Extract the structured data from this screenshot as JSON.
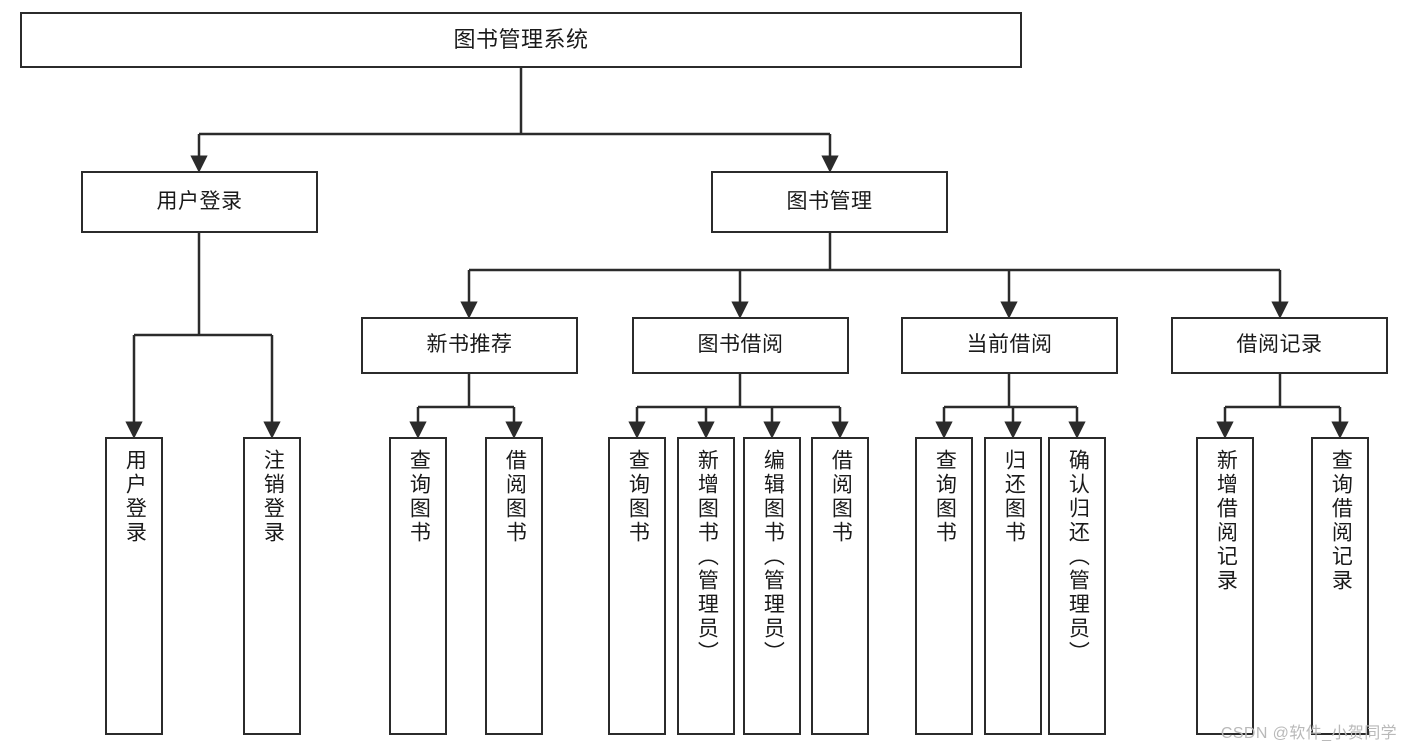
{
  "diagram": {
    "title": "图书管理系统",
    "type": "functional-decomposition-tree",
    "root": {
      "id": "root",
      "label": "图书管理系统"
    },
    "level2": [
      {
        "id": "user-login",
        "label": "用户登录"
      },
      {
        "id": "book-manage",
        "label": "图书管理"
      }
    ],
    "level3": [
      {
        "id": "new-book-rec",
        "label": "新书推荐",
        "parent": "book-manage"
      },
      {
        "id": "book-borrow",
        "label": "图书借阅",
        "parent": "book-manage"
      },
      {
        "id": "current-borrow",
        "label": "当前借阅",
        "parent": "book-manage"
      },
      {
        "id": "borrow-record",
        "label": "借阅记录",
        "parent": "book-manage"
      }
    ],
    "leaves": [
      {
        "id": "leaf-user-login",
        "label": "用户登录",
        "parent": "user-login"
      },
      {
        "id": "leaf-logout-login",
        "label": "注销登录",
        "parent": "user-login"
      },
      {
        "id": "leaf-query-book-1",
        "label": "查询图书",
        "parent": "new-book-rec"
      },
      {
        "id": "leaf-borrow-book-1",
        "label": "借阅图书",
        "parent": "new-book-rec"
      },
      {
        "id": "leaf-query-book-2",
        "label": "查询图书",
        "parent": "book-borrow"
      },
      {
        "id": "leaf-add-book",
        "label": "新增图书（管理员）",
        "parent": "book-borrow"
      },
      {
        "id": "leaf-edit-book",
        "label": "编辑图书（管理员）",
        "parent": "book-borrow"
      },
      {
        "id": "leaf-borrow-book-2",
        "label": "借阅图书",
        "parent": "book-borrow"
      },
      {
        "id": "leaf-query-book-3",
        "label": "查询图书",
        "parent": "current-borrow"
      },
      {
        "id": "leaf-return-book",
        "label": "归还图书",
        "parent": "current-borrow"
      },
      {
        "id": "leaf-confirm-return",
        "label": "确认归还（管理员）",
        "parent": "current-borrow"
      },
      {
        "id": "leaf-add-record",
        "label": "新增借阅记录",
        "parent": "borrow-record"
      },
      {
        "id": "leaf-query-record",
        "label": "查询借阅记录",
        "parent": "borrow-record"
      }
    ],
    "colors": {
      "stroke": "#2b2b2b",
      "fill": "#ffffff",
      "text": "#1a1a1a",
      "watermark": "#b9b9b9",
      "background": "#ffffff"
    }
  },
  "watermark": {
    "text": "CSDN @软件_小贺同学"
  }
}
